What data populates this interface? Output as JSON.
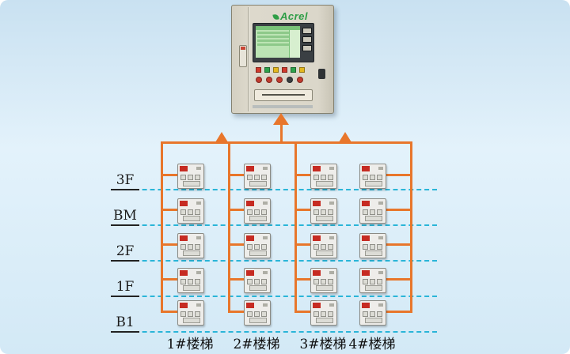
{
  "cabinet": {
    "brand": "Acrel"
  },
  "floors": [
    "3F",
    "BM",
    "2F",
    "1F",
    "B1"
  ],
  "stairs": [
    "1#楼梯",
    "2#楼梯",
    "3#楼梯",
    "4#楼梯"
  ],
  "colors": {
    "bus_line": "#e8762b",
    "floor_divider": "#2ab5d8",
    "screen_green": "#bce4b4",
    "brand_green": "#2e9e46",
    "alarm_red": "#c62b22"
  }
}
